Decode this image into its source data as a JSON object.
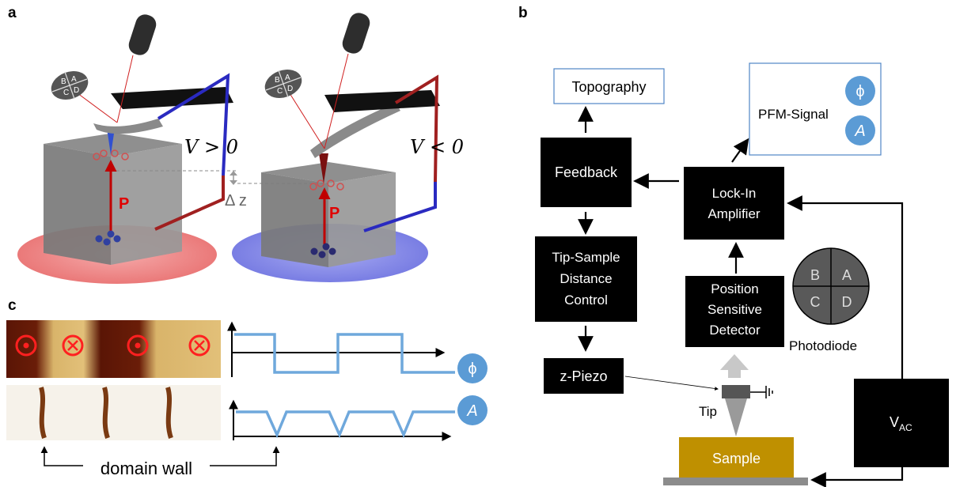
{
  "panels": {
    "a": "a",
    "b": "b",
    "c": "c"
  },
  "panel_a": {
    "quadrant_labels": [
      "B",
      "A",
      "C",
      "D"
    ],
    "left_voltage": "V > 0",
    "right_voltage": "V < 0",
    "delta_z": "Δ z",
    "polarization": "P"
  },
  "panel_b": {
    "topography": "Topography",
    "pfm_signal": "PFM-Signal",
    "phase_symbol": "ϕ",
    "amplitude_symbol": "A",
    "feedback": "Feedback",
    "lockin": [
      "Lock-In",
      "Amplifier"
    ],
    "tip_sample": [
      "Tip-Sample",
      "Distance",
      "Control"
    ],
    "psd": [
      "Position",
      "Sensitive",
      "Detector"
    ],
    "photodiode_quadrants": [
      "B",
      "A",
      "C",
      "D"
    ],
    "photodiode": "Photodiode",
    "zpiezo": "z-Piezo",
    "tip": "Tip",
    "sample": "Sample",
    "vac_main": "V",
    "vac_sub": "AC"
  },
  "panel_c": {
    "phase_symbol": "ϕ",
    "amplitude_symbol": "A",
    "domain_wall": "domain wall"
  },
  "colors": {
    "blue_box": "#4f86c6",
    "circle_fill": "#5b9bd5",
    "signal_line": "#6fa8dc",
    "sample": "#bf9000",
    "red": "#c00000",
    "blue": "#2a2ac0"
  }
}
